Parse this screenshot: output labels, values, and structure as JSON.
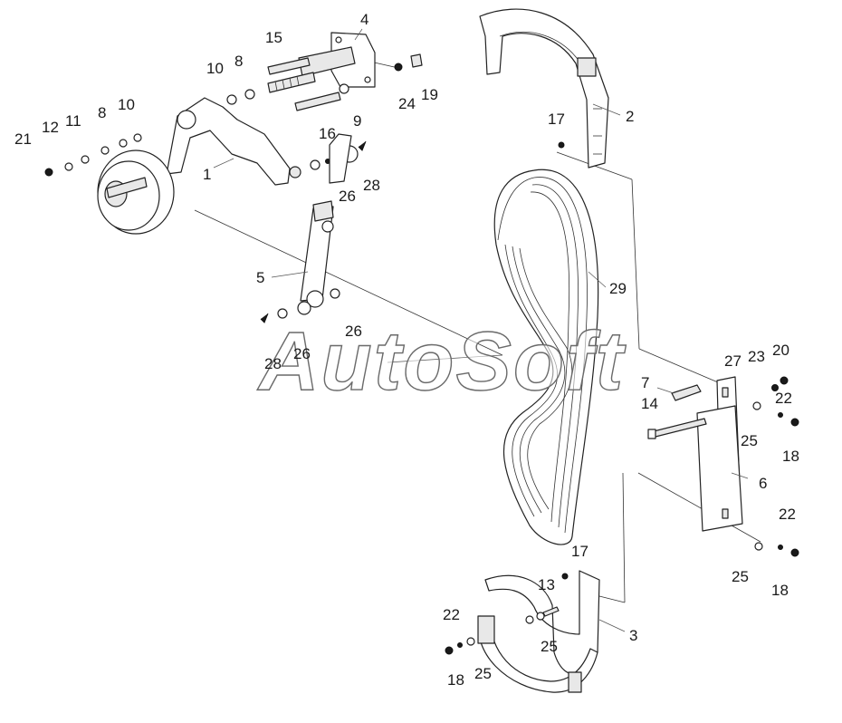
{
  "watermark": "AutoSoft",
  "colors": {
    "line": "#222222",
    "background": "#ffffff",
    "watermark_outline": "#6a6a6a"
  },
  "callouts": {
    "c1": "1",
    "c2": "2",
    "c3": "3",
    "c4": "4",
    "c5": "5",
    "c6": "6",
    "c7": "7",
    "c8a": "8",
    "c8b": "8",
    "c9": "9",
    "c10a": "10",
    "c10b": "10",
    "c11": "11",
    "c12": "12",
    "c13": "13",
    "c14": "14",
    "c15": "15",
    "c16": "16",
    "c17a": "17",
    "c17b": "17",
    "c18a": "18",
    "c18b": "18",
    "c18c": "18",
    "c19": "19",
    "c20": "20",
    "c21": "21",
    "c22a": "22",
    "c22b": "22",
    "c22c": "22",
    "c23": "23",
    "c24": "24",
    "c25a": "25",
    "c25b": "25",
    "c25c": "25",
    "c25d": "25",
    "c26a": "26",
    "c26b": "26",
    "c26c": "26",
    "c27": "27",
    "c28a": "28",
    "c28b": "28",
    "c29": "29"
  }
}
